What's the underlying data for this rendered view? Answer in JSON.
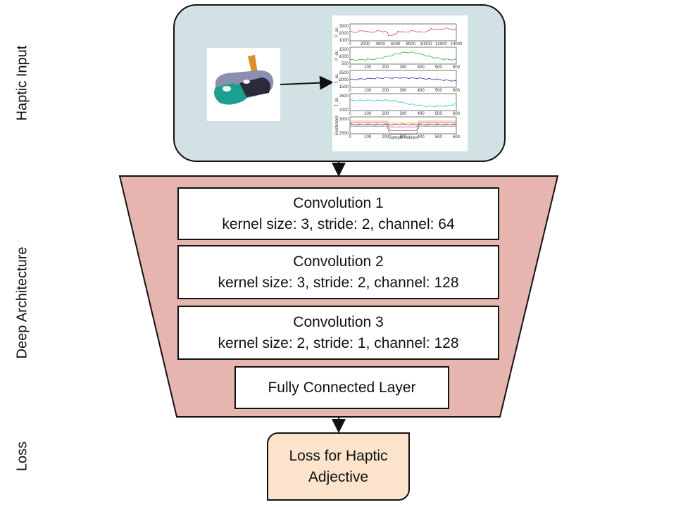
{
  "side_labels": {
    "haptic_input": "Haptic Input",
    "deep_architecture": "Deep Architecture",
    "loss": "Loss"
  },
  "layers": [
    {
      "title": "Convolution 1",
      "detail": "kernel size: 3, stride: 2, channel: 64"
    },
    {
      "title": "Convolution 2",
      "detail": "kernel size: 3, stride: 2, channel: 128"
    },
    {
      "title": "Convolution 3",
      "detail": "kernel size: 2, stride: 1, channel: 128"
    },
    {
      "title": "Fully Connected Layer",
      "detail": ""
    }
  ],
  "loss_box": {
    "line1": "Loss for Haptic",
    "line2": "Adjective"
  },
  "signal_plot": {
    "panels": [
      {
        "ylabel": "P_ac",
        "yticks": [
          "3000",
          "2000",
          "1000"
        ],
        "xticks": [
          "0",
          "2000",
          "4000",
          "6000",
          "8000",
          "10000",
          "12000",
          "14000"
        ],
        "color": "#e05050"
      },
      {
        "ylabel": "P_dc",
        "yticks": [
          "1500",
          "1000",
          "500"
        ],
        "xticks": [
          "0",
          "100",
          "200",
          "300",
          "400",
          "500",
          "600"
        ],
        "color": "#2bb52b"
      },
      {
        "ylabel": "T_ac",
        "yticks": [
          "2500",
          "2000",
          "1500"
        ],
        "xticks": [
          "0",
          "100",
          "200",
          "300",
          "400",
          "500",
          "600"
        ],
        "color": "#2a2aa8"
      },
      {
        "ylabel": "T_dc",
        "yticks": [
          "2500",
          "2000"
        ],
        "xticks": [
          "0",
          "100",
          "200",
          "300",
          "400",
          "500",
          "600"
        ],
        "color": "#20c8d8"
      },
      {
        "ylabel": "Electrodes",
        "yticks": [
          "3000",
          "2500"
        ],
        "xticks": [
          "0",
          "100",
          "200",
          "300",
          "400",
          "500",
          "600"
        ],
        "color": "#c02020"
      }
    ],
    "xlabel": "Sample Indices"
  },
  "colors": {
    "input_panel": "#d2e2e4",
    "architecture": "#e6b5b0",
    "loss": "#fce4cc"
  }
}
